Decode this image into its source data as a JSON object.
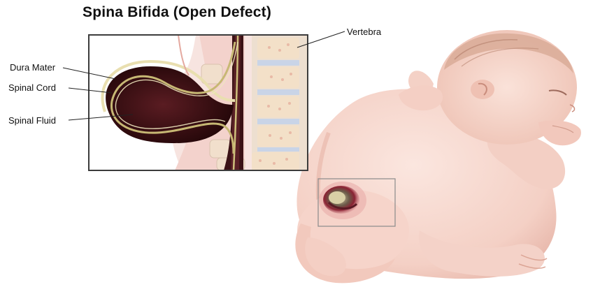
{
  "title": "Spina Bifida (Open Defect)",
  "labels": {
    "dura_mater": "Dura Mater",
    "spinal_cord": "Spinal Cord",
    "spinal_fluid": "Spinal Fluid",
    "vertebra": "Vertebra"
  },
  "colors": {
    "skin": "#f6d6cc",
    "skin_shadow": "#e7b3a6",
    "hair": "#c99a86",
    "sac": "#3a0f14",
    "sac_rim": "#c7b874",
    "lesion_red": "#9e2a3a",
    "bone": "#f1dcc2",
    "disc": "#c9d3e6"
  }
}
